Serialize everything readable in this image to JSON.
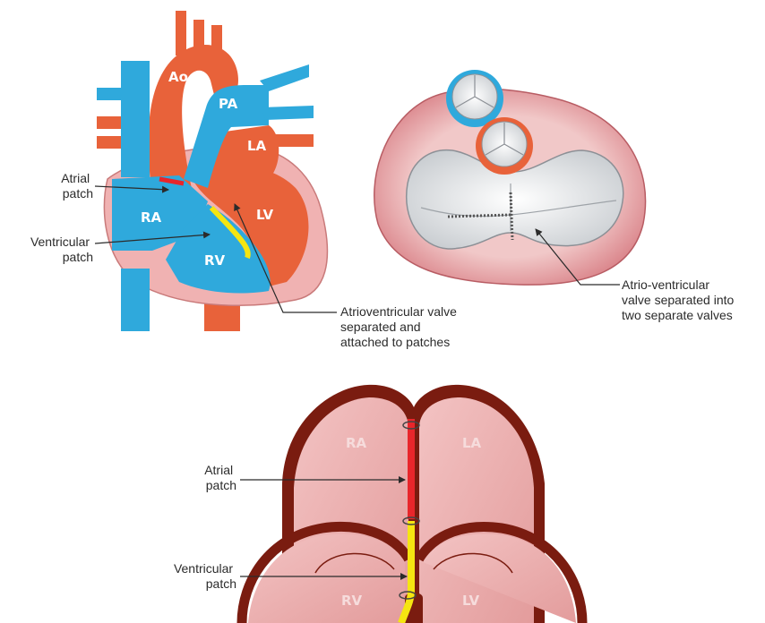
{
  "colors": {
    "oxygenated": "#e8623a",
    "deoxygenated": "#2fa9dc",
    "atrial_patch": "#e8262b",
    "ventricular_patch": "#f5e511",
    "myocardium_outline": "#7a1c10",
    "tissue": "#e8a4a4"
  },
  "diagram1": {
    "labels": {
      "ao": "Ao",
      "pa": "PA",
      "la": "LA",
      "ra": "RA",
      "lv": "LV",
      "rv": "RV"
    },
    "callouts": {
      "atrial_line1": "Atrial",
      "atrial_line2": "patch",
      "ventricular_line1": "Ventricular",
      "ventricular_line2": "patch",
      "av_line1": "Atrioventricular valve",
      "av_line2": "separated and",
      "av_line3": "attached to patches"
    }
  },
  "diagram2": {
    "callouts": {
      "line1": "Atrio-ventricular",
      "line2": "valve separated into",
      "line3": "two separate valves"
    }
  },
  "diagram3": {
    "labels": {
      "ra": "RA",
      "la": "LA",
      "rv": "RV",
      "lv": "LV"
    },
    "callouts": {
      "atrial_line1": "Atrial",
      "atrial_line2": "patch",
      "ventricular_line1": "Ventricular",
      "ventricular_line2": "patch"
    }
  }
}
